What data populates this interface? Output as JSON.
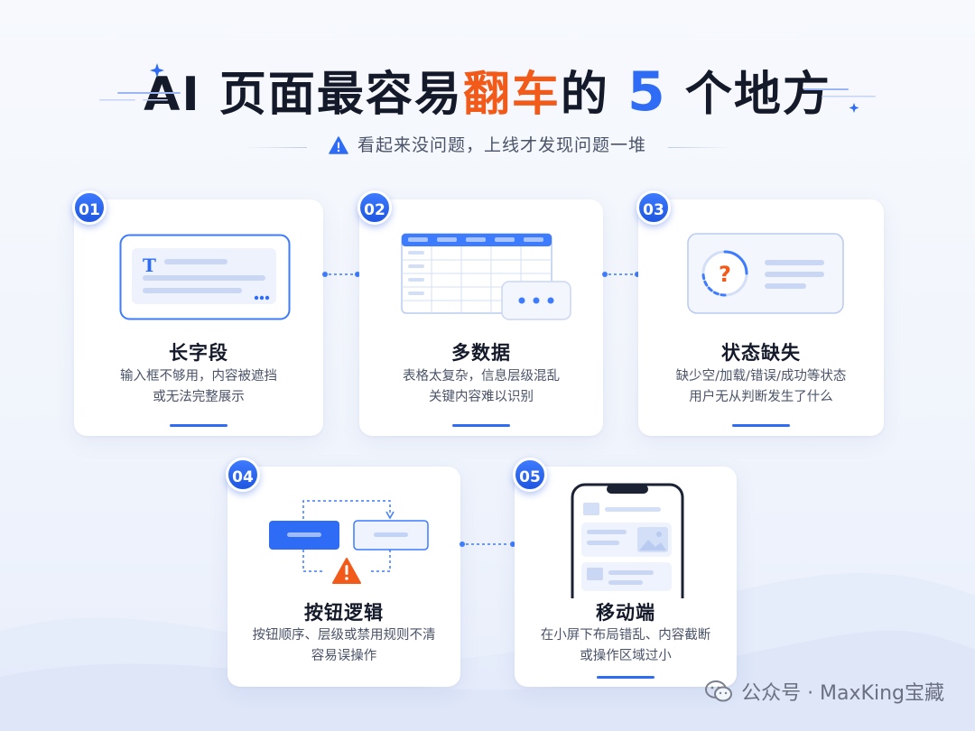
{
  "header": {
    "title_part1": "AI 页面最容易",
    "title_highlight": "翻车",
    "title_part2": "的",
    "title_number": "5",
    "title_part3": "个地方",
    "subtitle": "看起来没问题，上线才发现问题一堆"
  },
  "cards": [
    {
      "num": "01",
      "title": "长字段",
      "desc_line1": "输入框不够用，内容被遮挡",
      "desc_line2": "或无法完整展示",
      "illus_letter": "T"
    },
    {
      "num": "02",
      "title": "多数据",
      "desc_line1": "表格太复杂，信息层级混乱",
      "desc_line2": "关键内容难以识别"
    },
    {
      "num": "03",
      "title": "状态缺失",
      "desc_line1": "缺少空/加载/错误/成功等状态",
      "desc_line2": "用户无从判断发生了什么",
      "illus_glyph": "?"
    },
    {
      "num": "04",
      "title": "按钮逻辑",
      "desc_line1": "按钮顺序、层级或禁用规则不清",
      "desc_line2": "容易误操作"
    },
    {
      "num": "05",
      "title": "移动端",
      "desc_line1": "在小屏下布局错乱、内容截断",
      "desc_line2": "或操作区域过小"
    }
  ],
  "watermark": "公众号 · MaxKing宝藏",
  "colors": {
    "accent_blue": "#2f6cf5",
    "accent_orange": "#f25a1a",
    "title_dark": "#141a29"
  }
}
